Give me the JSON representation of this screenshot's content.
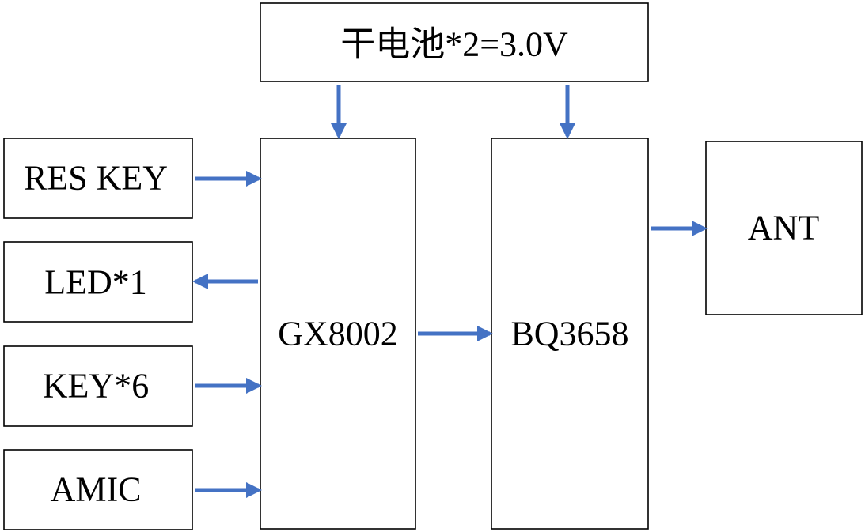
{
  "colors": {
    "arrow": "#4472c4",
    "box_border": "#000000",
    "text": "#000000",
    "background": "#ffffff"
  },
  "blocks": {
    "battery": "干电池*2=3.0V",
    "res_key": "RES KEY",
    "led": "LED*1",
    "key": "KEY*6",
    "amic": "AMIC",
    "gx8002": "GX8002",
    "bq3658": "BQ3658",
    "ant": "ANT"
  },
  "connections": [
    {
      "from": "battery",
      "to": "gx8002"
    },
    {
      "from": "battery",
      "to": "bq3658"
    },
    {
      "from": "res_key",
      "to": "gx8002"
    },
    {
      "from": "gx8002",
      "to": "led"
    },
    {
      "from": "key",
      "to": "gx8002"
    },
    {
      "from": "amic",
      "to": "gx8002"
    },
    {
      "from": "gx8002",
      "to": "bq3658"
    },
    {
      "from": "bq3658",
      "to": "ant"
    }
  ]
}
